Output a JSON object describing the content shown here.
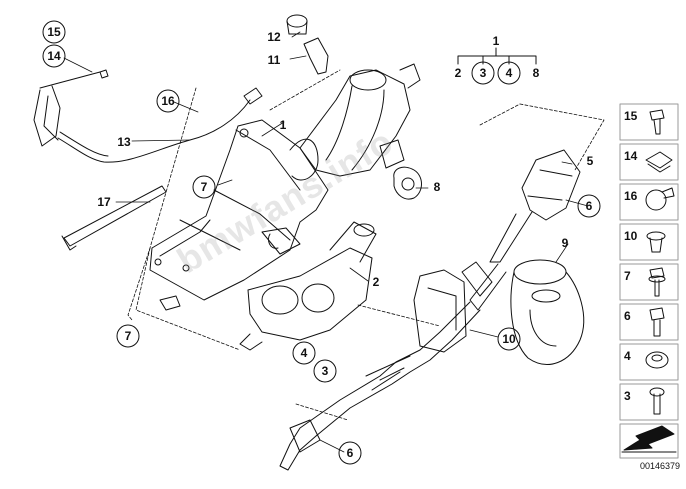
{
  "diagram_number": "00146379",
  "watermark": "bmwfans.info",
  "colors": {
    "line": "#111111",
    "panel_border": "#9a9a9a",
    "watermark": "#8c8c8c"
  },
  "callouts": {
    "c1": "1",
    "c2": "2",
    "c3": "3",
    "c4": "4",
    "c5": "5",
    "c6a": "6",
    "c6b": "6",
    "c7a": "7",
    "c7b": "7",
    "c8": "8",
    "c9": "9",
    "c10": "10",
    "c11": "11",
    "c12": "12",
    "c13": "13",
    "c14": "14",
    "c15": "15",
    "c16": "16",
    "c17": "17"
  },
  "legend": {
    "parent": "1",
    "children": [
      "2",
      "3",
      "4",
      "8"
    ]
  },
  "side_panel": [
    {
      "num": "15",
      "icon": "hex-bolt-icon"
    },
    {
      "num": "14",
      "icon": "clip-nut-icon"
    },
    {
      "num": "16",
      "icon": "hose-clamp-icon"
    },
    {
      "num": "10",
      "icon": "expanding-rivet-icon"
    },
    {
      "num": "7",
      "icon": "collar-bolt-icon"
    },
    {
      "num": "6",
      "icon": "flange-bolt-icon"
    },
    {
      "num": "4",
      "icon": "rubber-grommet-icon"
    },
    {
      "num": "3",
      "icon": "torx-screw-icon"
    }
  ],
  "nav_icon": "arrow-down-left-icon"
}
